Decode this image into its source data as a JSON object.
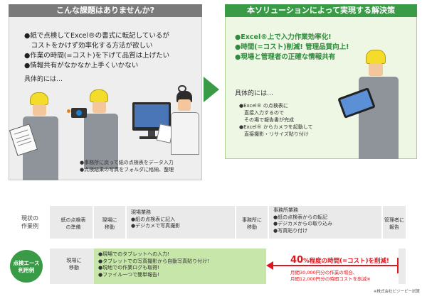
{
  "left_panel": {
    "title": "こんな課題はありませんか?",
    "bullets": [
      "●紙で点検してExcel®の書式に転記しているが",
      "　コストをかけず効率化する方法が欲しい",
      "●作業の時間(=コスト)を下げて品質は上げたい",
      "●情報共有がなかなか上手くいかない"
    ],
    "gutaiteki": "具体的には…",
    "notes": [
      "●事務所に戻って紙の点検表をデータ入力",
      "●点検結果の写真をフォルダに格納、整理"
    ]
  },
  "right_panel": {
    "title": "本ソリューションによって実現する解決策",
    "bullets": [
      "●Excel®上で入力作業効率化!",
      "●時間(=コスト)削減! 管理品質向上!",
      "●現場と管理者の正確な情報共有"
    ],
    "gutaiteki": "具体的には…",
    "notes": [
      "●Excel® の点検表に",
      "　直接入力するので",
      "　その場で報告書が完成",
      "●Excel® からカメラを起動して",
      "　直接撮影・リサイズ貼り付け"
    ]
  },
  "timeline": {
    "row1_label": [
      "現状の",
      "作業例"
    ],
    "row1_cells": {
      "paper": [
        "紙の点検表",
        "の準備"
      ],
      "move1": [
        "現場に",
        "移動"
      ],
      "site_title": "現場業務",
      "site_items": [
        "●紙の点検表に記入",
        "●デジカメで写真撮影"
      ],
      "move2": [
        "事務所に",
        "移動"
      ],
      "office_title": "事務所業務",
      "office_items": [
        "●紙の点検表からの転記",
        "●デジカメからの取り込み",
        "●写真貼り付け"
      ],
      "report": [
        "管理者に",
        "報告"
      ]
    },
    "row2_label": [
      "点検エース",
      "利用例"
    ],
    "row2_cells": {
      "move": [
        "現場に",
        "移動"
      ],
      "items": [
        "●現場でのタブレットへの入力!",
        "●タブレットでの写真撮影から自動写真貼り付け!",
        "●現地での作業ログも取得!",
        "●ファイル一つで簡単報告!"
      ],
      "reduction_prefix": "40",
      "reduction_suffix": "%程度の時間(=コスト)を削減!",
      "detail_lines": [
        "月間30,000円分の作業の場合、",
        "月間12,000円分の時間コストを削減※"
      ],
      "footnote": "※株式会社ビジーピー試算"
    }
  },
  "colors": {
    "green": "#3a9b47",
    "gray_head": "#7a7a7a",
    "red": "#e0161e",
    "light_green": "#c7e6a9"
  }
}
